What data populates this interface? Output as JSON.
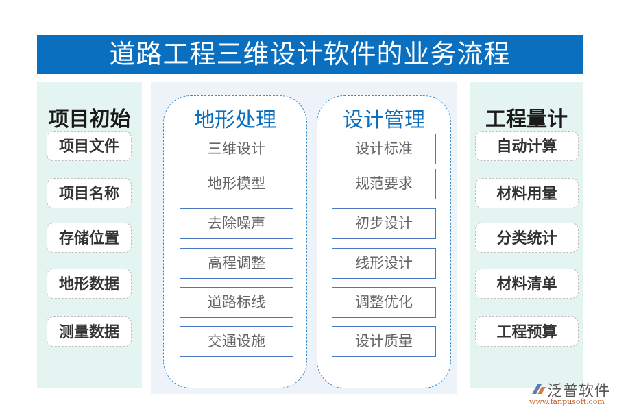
{
  "title": "道路工程三维设计软件的业务流程",
  "left_panel": {
    "title": "项目初始",
    "items": [
      "项目文件",
      "项目名称",
      "存储位置",
      "地形数据",
      "测量数据"
    ]
  },
  "center_groups": [
    {
      "title": "地形处理",
      "items": [
        "三维设计",
        "地形模型",
        "去除噪声",
        "高程调整",
        "道路标线",
        "交通设施"
      ]
    },
    {
      "title": "设计管理",
      "items": [
        "设计标准",
        "规范要求",
        "初步设计",
        "线形设计",
        "调整优化",
        "设计质量"
      ]
    }
  ],
  "right_panel": {
    "title": "工程量计",
    "items": [
      "自动计算",
      "材料用量",
      "分类统计",
      "材料清单",
      "工程预算"
    ]
  },
  "logo": {
    "name": "泛普软件",
    "url": "www.fanpusoft.com"
  },
  "colors": {
    "title_bg": "#0b6fc0",
    "side_bg": "#e3f4f1",
    "center_bg": "#eef2f9",
    "group_title": "#0b6fc0",
    "box_border": "#4a78c0"
  }
}
